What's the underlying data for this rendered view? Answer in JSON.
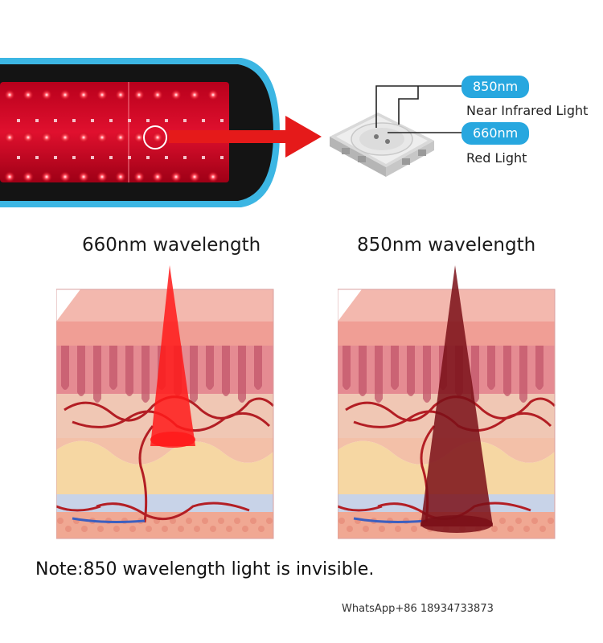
{
  "led": {
    "badge_850": "850nm",
    "label_850": "Near Infrared Light",
    "badge_660": "660nm",
    "label_660": "Red Light"
  },
  "panels": {
    "left_title": "660nm wavelength",
    "right_title": "850nm wavelength"
  },
  "note": "Note:850 wavelength light is invisible.",
  "contact": "WhatsApp+86 18934733873",
  "colors": {
    "badge_blue": "#27a7df",
    "red_light": "#e01818",
    "infrared_light": "#8a1a22",
    "belt_edge": "#3cb6e3"
  }
}
